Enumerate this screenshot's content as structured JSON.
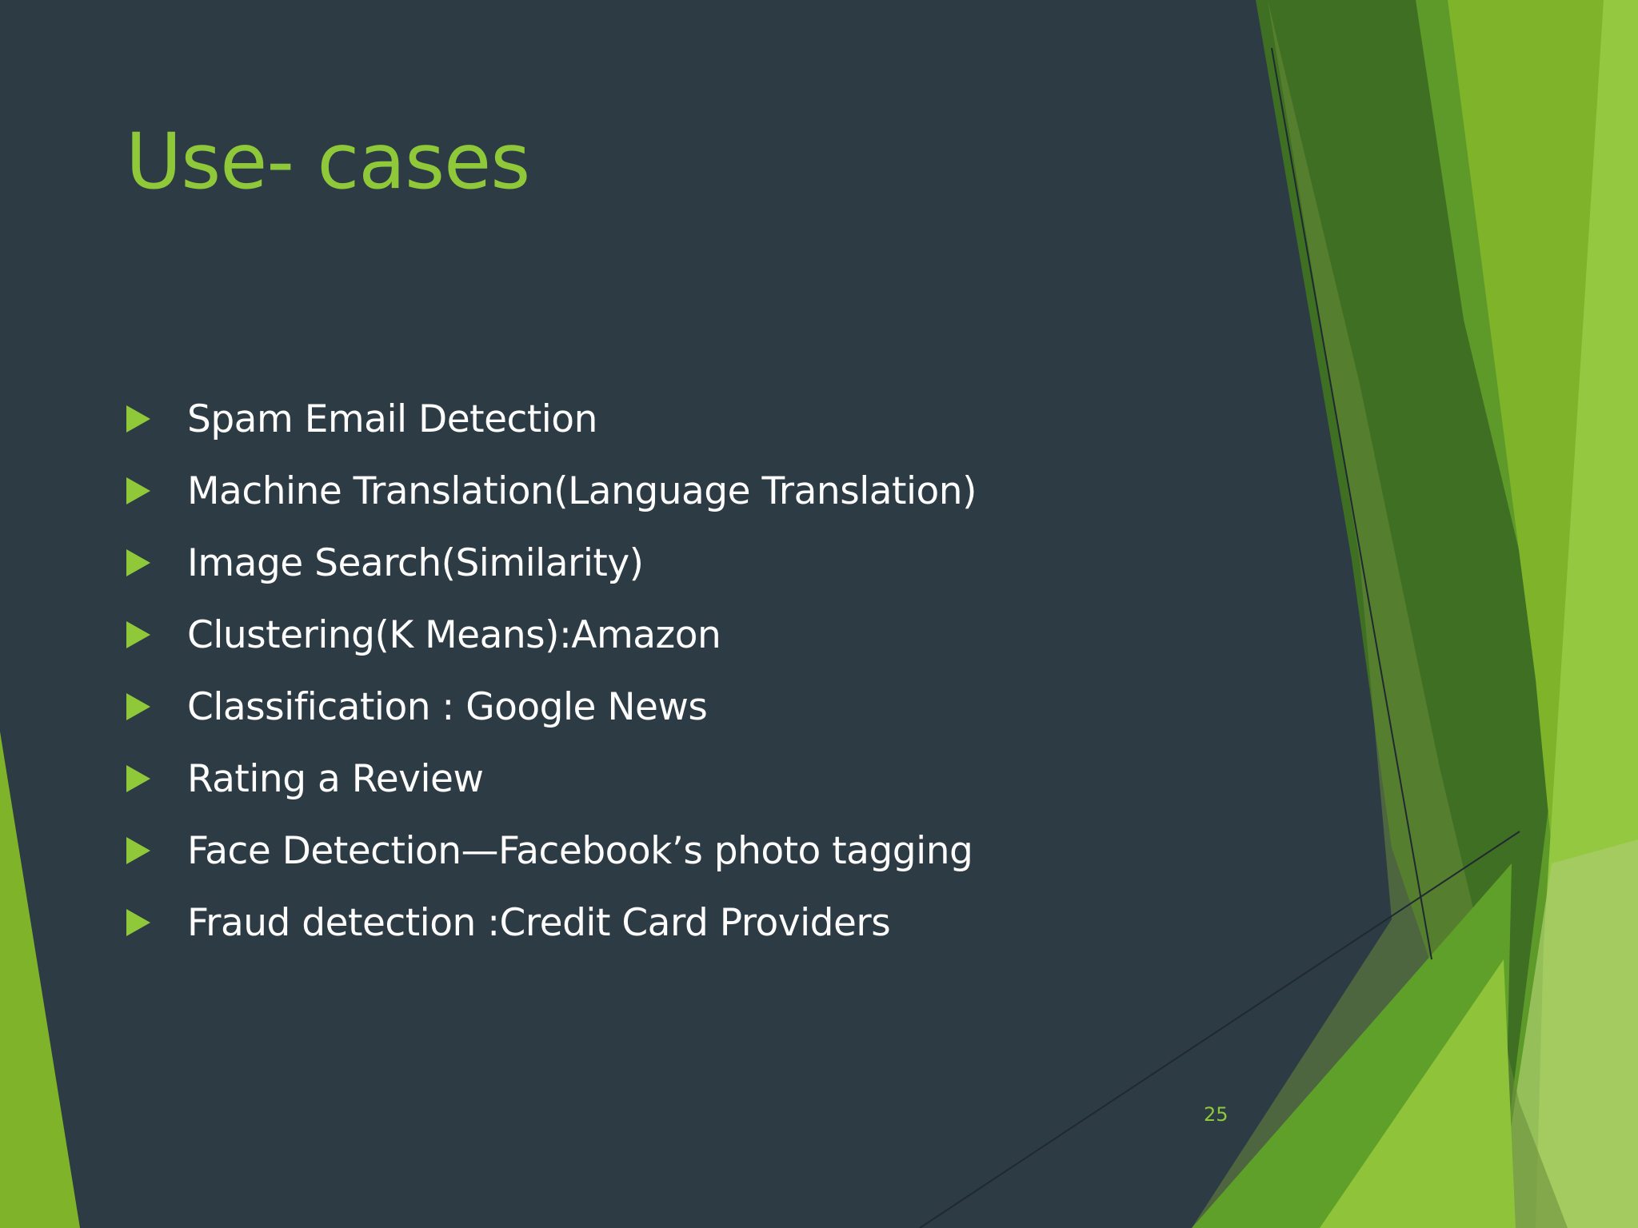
{
  "slide": {
    "title": "Use- cases",
    "bullets": [
      "Spam Email Detection",
      "Machine Translation(Language Translation)",
      "Image Search(Similarity)",
      "Clustering(K Means):Amazon",
      "Classification : Google News",
      "Rating a Review",
      "Face Detection—Facebook’s photo tagging",
      "Fraud detection :Credit Card Providers"
    ],
    "slide_number": "25"
  },
  "colors": {
    "background": "#2d3b45",
    "accent": "#8fc93a",
    "text": "#ffffff"
  },
  "icons": {
    "bullet": "triangle-right-icon"
  }
}
